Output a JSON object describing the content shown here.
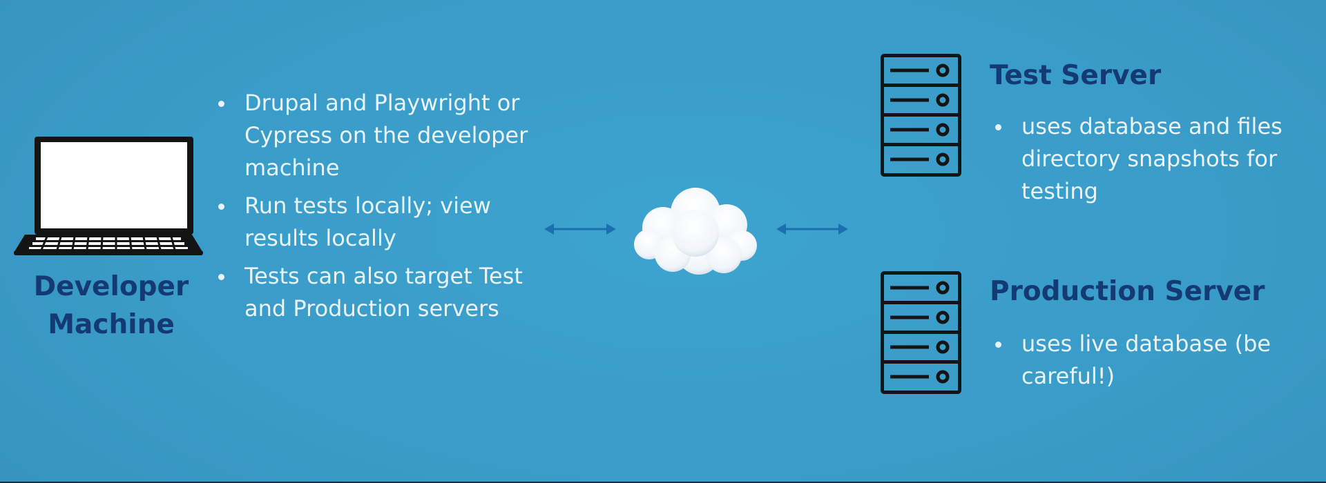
{
  "colors": {
    "background": "#3a9bc7",
    "title": "#143a73",
    "bullet_text": "#e9f4fa",
    "arrow": "#1a6fb3",
    "icon_stroke": "#141414"
  },
  "developer": {
    "icon": "laptop-icon",
    "title": "Developer\nMachine",
    "bullets": [
      "Drupal and Playwright or Cypress on the developer machine",
      "Run tests locally; view results locally",
      "Tests can also target Test and Production servers"
    ]
  },
  "network": {
    "icon": "cloud-icon",
    "arrows": [
      "double-arrow-icon",
      "double-arrow-icon"
    ]
  },
  "test_server": {
    "icon": "server-icon",
    "title": "Test Server",
    "bullets": [
      "uses database and files directory snapshots for testing"
    ]
  },
  "production_server": {
    "icon": "server-icon",
    "title": "Production Server",
    "bullets": [
      "uses live database (be careful!)"
    ]
  }
}
